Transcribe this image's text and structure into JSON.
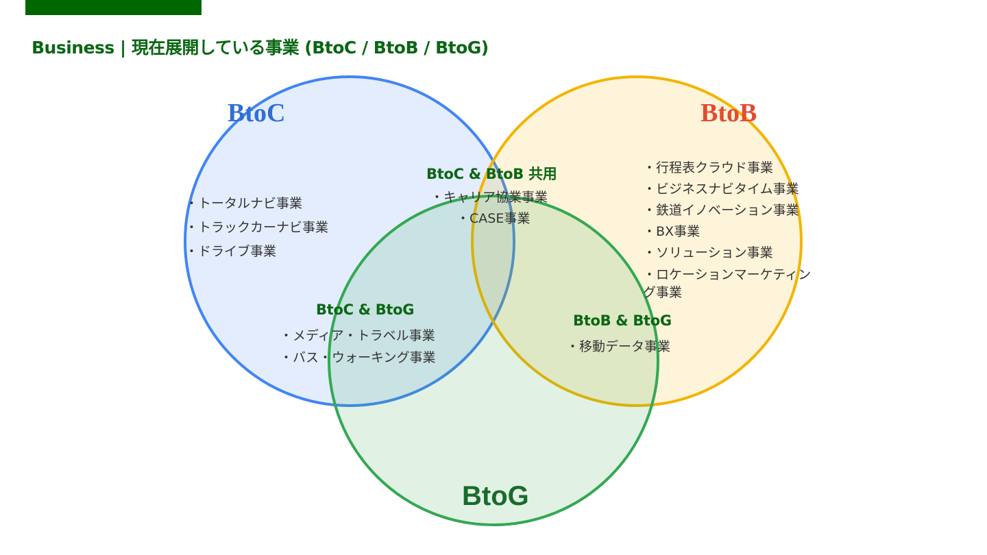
{
  "title": "Business | 現在展開している事業 (BtoC / BtoB / BtoG)",
  "colors": {
    "accent_bar": "#006600",
    "title": "#0b6614",
    "btoc": "#4285f4",
    "btob": "#f4b400",
    "btog": "#34a853"
  },
  "sets": {
    "btoc": {
      "label": "BtoC",
      "items": [
        "トータルナビ事業",
        "トラックカーナビ事業",
        "ドライブ事業"
      ]
    },
    "btob": {
      "label": "BtoB",
      "items": [
        "行程表クラウド事業",
        "ビジネスナビタイム事業",
        "鉄道イノベーション事業",
        "BX事業",
        "ソリューション事業",
        "ロケーションマーケティング事業"
      ]
    },
    "btog": {
      "label": "BtoG",
      "items": []
    }
  },
  "intersections": {
    "btoc_btob": {
      "title": "BtoC & BtoB 共用",
      "items": [
        "キャリア協業事業",
        "CASE事業"
      ]
    },
    "btoc_btog": {
      "title": "BtoC & BtoG",
      "items": [
        "メディア・トラベル事業",
        "バス・ウォーキング事業"
      ]
    },
    "btob_btog": {
      "title": "BtoB & BtoG",
      "items": [
        "移動データ事業"
      ]
    }
  }
}
